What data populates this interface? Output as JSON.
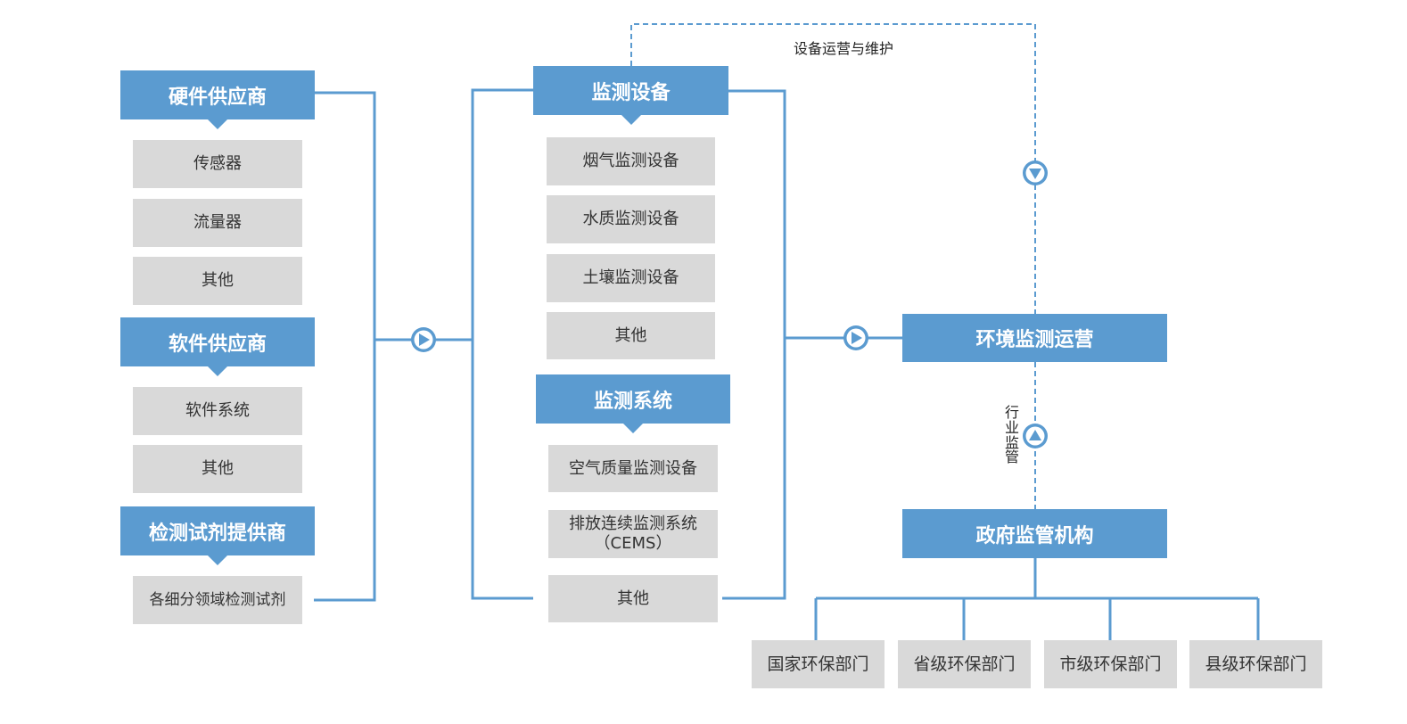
{
  "suppliers": {
    "hardware": {
      "title": "硬件供应商",
      "items": [
        "传感器",
        "流量器",
        "其他"
      ]
    },
    "software": {
      "title": "软件供应商",
      "items": [
        "软件系统",
        "其他"
      ]
    },
    "reagent": {
      "title": "检测试剂提供商",
      "items": [
        "各细分领域检测试剂"
      ]
    }
  },
  "monitoring": {
    "equipment": {
      "title": "监测设备",
      "items": [
        "烟气监测设备",
        "水质监测设备",
        "土壤监测设备",
        "其他"
      ]
    },
    "system": {
      "title": "监测系统",
      "items": [
        "空气质量监测设备",
        "排放连续监测系统",
        "（CEMS）",
        "其他"
      ]
    }
  },
  "operation": {
    "title": "环境监测运营"
  },
  "government": {
    "title": "政府监管机构",
    "departments": [
      "国家环保部门",
      "省级环保部门",
      "市级环保部门",
      "县级环保部门"
    ]
  },
  "annotations": {
    "maintenance": "设备运营与维护",
    "supervision": "行业监管"
  },
  "colors": {
    "accent": "#5b9bd0",
    "item_bg": "#d9d9d9"
  }
}
